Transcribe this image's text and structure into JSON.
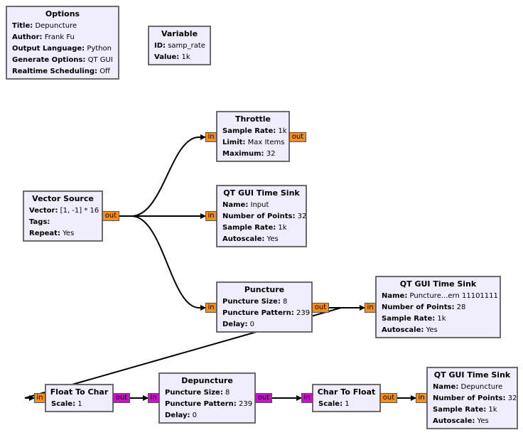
{
  "blocks": {
    "options": {
      "title": "Options",
      "params": [
        {
          "key": "Title:",
          "value": "Depuncture"
        },
        {
          "key": "Author:",
          "value": "Frank Fu"
        },
        {
          "key": "Output Language:",
          "value": "Python"
        },
        {
          "key": "Generate Options:",
          "value": "QT GUI"
        },
        {
          "key": "Realtime Scheduling:",
          "value": "Off"
        }
      ]
    },
    "variable": {
      "title": "Variable",
      "params": [
        {
          "key": "ID:",
          "value": "samp_rate"
        },
        {
          "key": "Value:",
          "value": "1k"
        }
      ]
    },
    "throttle": {
      "title": "Throttle",
      "params": [
        {
          "key": "Sample Rate:",
          "value": "1k"
        },
        {
          "key": "Limit:",
          "value": "Max Items"
        },
        {
          "key": "Maximum:",
          "value": "32"
        }
      ],
      "in": "in",
      "out": "out"
    },
    "vector_source": {
      "title": "Vector Source",
      "params": [
        {
          "key": "Vector:",
          "value": "[1, -1] * 16"
        },
        {
          "key": "Tags:",
          "value": ""
        },
        {
          "key": "Repeat:",
          "value": "Yes"
        }
      ],
      "out": "out"
    },
    "time_sink_input": {
      "title": "QT GUI Time Sink",
      "params": [
        {
          "key": "Name:",
          "value": "Input"
        },
        {
          "key": "Number of Points:",
          "value": "32"
        },
        {
          "key": "Sample Rate:",
          "value": "1k"
        },
        {
          "key": "Autoscale:",
          "value": "Yes"
        }
      ],
      "in": "in"
    },
    "puncture": {
      "title": "Puncture",
      "params": [
        {
          "key": "Puncture Size:",
          "value": "8"
        },
        {
          "key": "Puncture Pattern:",
          "value": "239"
        },
        {
          "key": "Delay:",
          "value": "0"
        }
      ],
      "in": "in",
      "out": "out"
    },
    "time_sink_puncture": {
      "title": "QT GUI Time Sink",
      "params": [
        {
          "key": "Name:",
          "value": "Puncture...ern 11101111"
        },
        {
          "key": "Number of Points:",
          "value": "28"
        },
        {
          "key": "Sample Rate:",
          "value": "1k"
        },
        {
          "key": "Autoscale:",
          "value": "Yes"
        }
      ],
      "in": "in"
    },
    "float_to_char": {
      "title": "Float To Char",
      "params": [
        {
          "key": "Scale:",
          "value": "1"
        }
      ],
      "in": "in",
      "out": "out"
    },
    "depuncture": {
      "title": "Depuncture",
      "params": [
        {
          "key": "Puncture Size:",
          "value": "8"
        },
        {
          "key": "Puncture Pattern:",
          "value": "239"
        },
        {
          "key": "Delay:",
          "value": "0"
        }
      ],
      "in": "in",
      "out": "out"
    },
    "char_to_float": {
      "title": "Char To Float",
      "params": [
        {
          "key": "Scale:",
          "value": "1"
        }
      ],
      "in": "in",
      "out": "out"
    },
    "time_sink_depuncture": {
      "title": "QT GUI Time Sink",
      "params": [
        {
          "key": "Name:",
          "value": "Depuncture"
        },
        {
          "key": "Number of Points:",
          "value": "32"
        },
        {
          "key": "Sample Rate:",
          "value": "1k"
        },
        {
          "key": "Autoscale:",
          "value": "Yes"
        }
      ],
      "in": "in"
    }
  },
  "colors": {
    "block_fill": "#f0eefc",
    "block_border": "#6b6b6b",
    "float_port": "#f58d1f",
    "byte_port": "#cc10cc",
    "wire": "#000000"
  }
}
